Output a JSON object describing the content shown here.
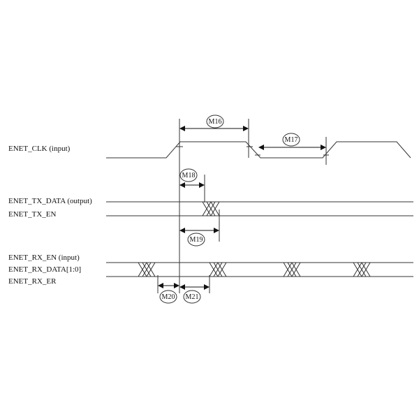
{
  "signals": {
    "clk": "ENET_CLK (input)",
    "tx_data": "ENET_TX_DATA (output)",
    "tx_en": "ENET_TX_EN",
    "rx_en": "ENET_RX_EN (input)",
    "rx_data": "ENET_RX_DATA[1:0]",
    "rx_er": "ENET_RX_ER"
  },
  "timing": {
    "m16": "M16",
    "m17": "M17",
    "m18": "M18",
    "m19": "M19",
    "m20": "M20",
    "m21": "M21"
  }
}
